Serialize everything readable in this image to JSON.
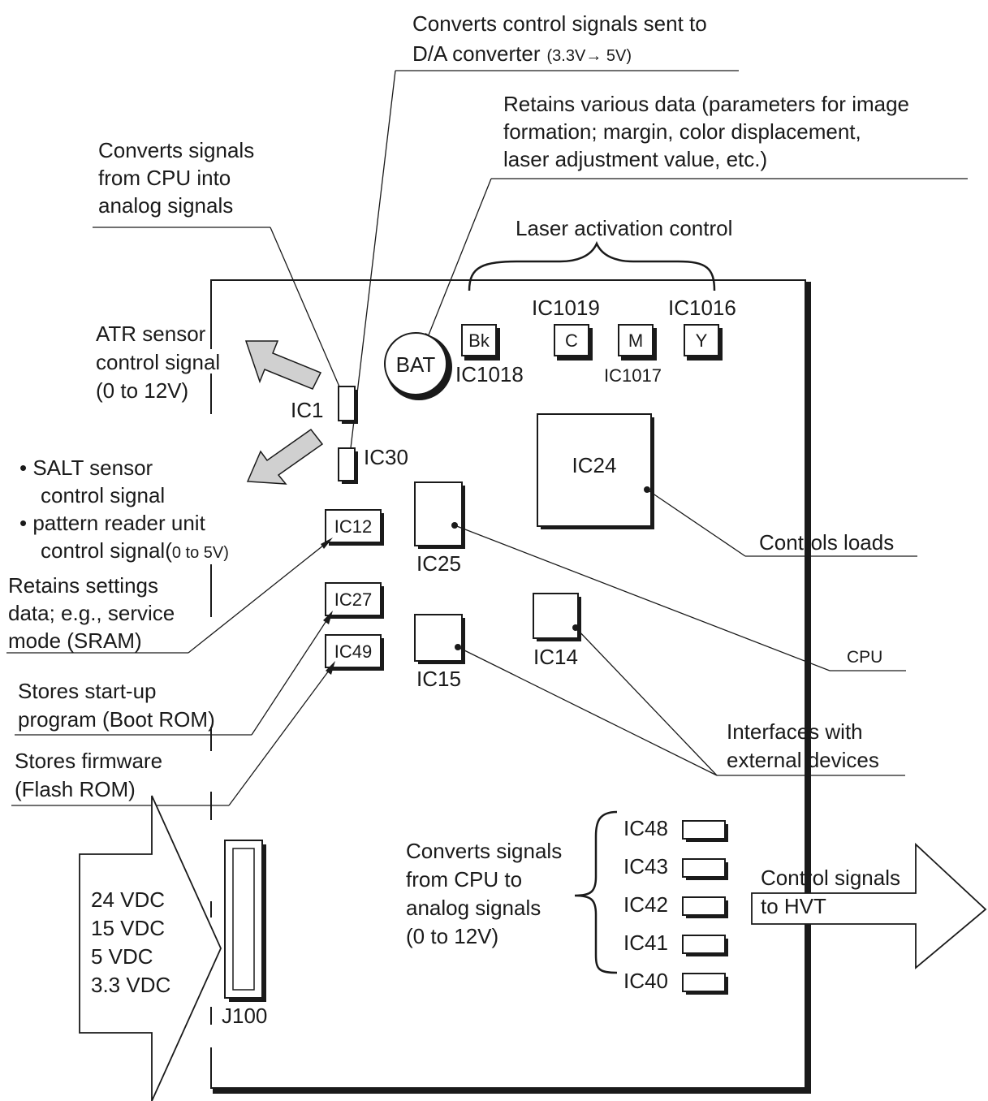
{
  "annotations": {
    "dac_converter": [
      "Converts control signals sent to",
      "D/A converter"
    ],
    "dac_converter_voltage": "(3.3V→ 5V)",
    "bat_data": [
      "Retains various data (parameters for image",
      "formation; margin, color displacement,",
      "laser adjustment value, etc.)"
    ],
    "ic1_function": [
      "Converts signals",
      "from CPU into",
      "analog signals"
    ],
    "laser_activation": "Laser activation control",
    "atr_signal": [
      "ATR sensor",
      "control signal",
      "(0 to 12V)"
    ],
    "salt_signal": [
      "• SALT sensor",
      "control signal",
      "• pattern reader unit",
      "control signal("
    ],
    "salt_signal_voltage": "0 to 5V)",
    "sram": [
      "Retains settings",
      "data; e.g., service",
      "mode (SRAM)"
    ],
    "boot_rom": [
      "Stores start-up",
      "program (Boot ROM)"
    ],
    "flash_rom": [
      "Stores firmware",
      "(Flash ROM)"
    ],
    "controls_loads": "Controls loads",
    "cpu": "CPU",
    "interfaces": [
      "Interfaces with",
      "external devices"
    ],
    "converts_to_analog": [
      "Converts signals",
      "from CPU to",
      "analog signals",
      "(0 to 12V)"
    ],
    "hvt_signals": [
      "Control signals",
      "to HVT"
    ],
    "power_inputs": [
      "24 VDC",
      "15 VDC",
      "5 VDC",
      "3.3 VDC"
    ]
  },
  "components": {
    "bat": "BAT",
    "bk": "Bk",
    "c": "C",
    "m": "M",
    "y": "Y",
    "ic1016": "IC1016",
    "ic1017": "IC1017",
    "ic1018": "IC1018",
    "ic1019": "IC1019",
    "ic1": "IC1",
    "ic30": "IC30",
    "ic12": "IC12",
    "ic27": "IC27",
    "ic49": "IC49",
    "ic24": "IC24",
    "ic25": "IC25",
    "ic14": "IC14",
    "ic15": "IC15",
    "ic48": "IC48",
    "ic43": "IC43",
    "ic42": "IC42",
    "ic41": "IC41",
    "ic40": "IC40",
    "j100": "J100"
  }
}
